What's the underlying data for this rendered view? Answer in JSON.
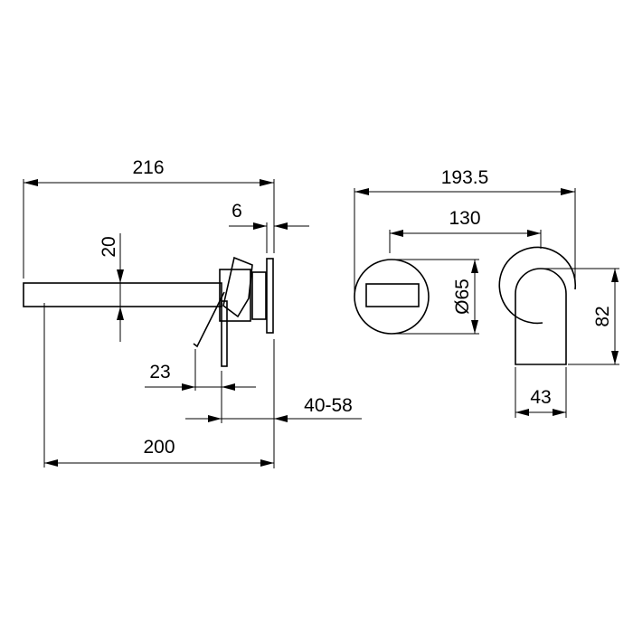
{
  "side_view": {
    "overall_length": "216",
    "plate_thickness": "6",
    "spout_height": "20",
    "lever_offset": "23",
    "wall_depth_range": "40-58",
    "spout_projection": "200"
  },
  "front_view": {
    "overall_width": "193.5",
    "center_distance": "130",
    "plate_diameter": "Ø65",
    "spout_height": "82",
    "spout_width": "43"
  },
  "colors": {
    "line": "#000000",
    "background": "#ffffff"
  }
}
